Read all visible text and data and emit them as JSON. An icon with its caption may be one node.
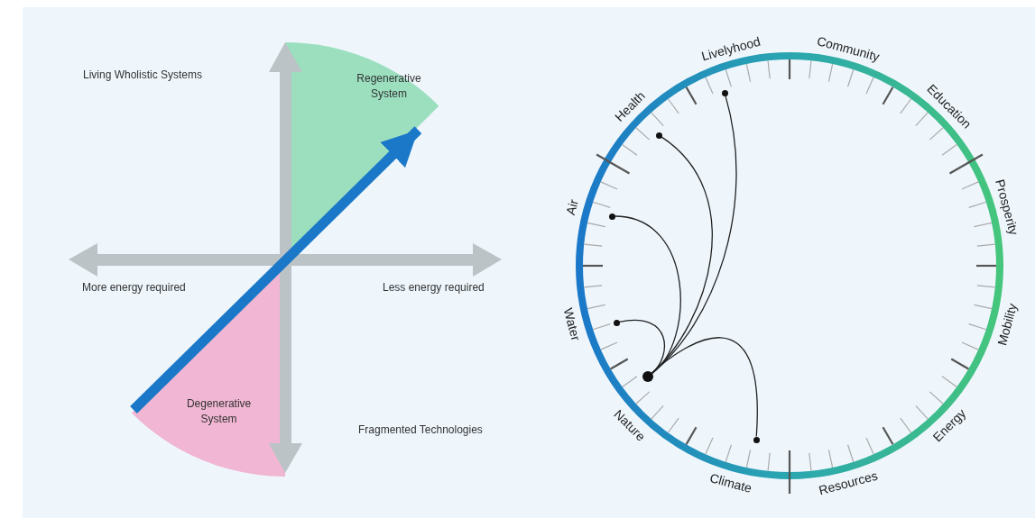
{
  "diagram": {
    "nodes": [
      {
        "text": [
          "Regenerative System"
        ]
      },
      {
        "text": [
          "Degenerative System"
        ]
      },
      {
        "text": [],
        "shape": "circle"
      },
      {
        "text": [],
        "shape": "circle"
      },
      {
        "text": [],
        "shape": "circle"
      },
      {
        "text": [],
        "shape": "circle"
      },
      {
        "text": [],
        "shape": "circle"
      },
      {
        "text": [],
        "shape": "circle"
      }
    ],
    "edges": [
      {
        "from": 1,
        "to": 0,
        "arrow": "to",
        "style": "thick",
        "color": "#1b78c8"
      },
      {
        "from": 2,
        "to": 3,
        "arrow": "none"
      },
      {
        "from": 2,
        "to": 4,
        "arrow": "none"
      },
      {
        "from": 2,
        "to": 5,
        "arrow": "none"
      },
      {
        "from": 2,
        "to": 6,
        "arrow": "none"
      },
      {
        "from": 2,
        "to": 7,
        "arrow": "none"
      }
    ],
    "labels": [
      "Living Wholistic Systems",
      "More energy required",
      "Less energy required",
      "Fragmented Technologies",
      "Livelyhood",
      "Community",
      "Education",
      "Prosperity",
      "Mobility",
      "Energy",
      "Resources",
      "Climate",
      "Nature",
      "Water",
      "Air",
      "Health"
    ]
  }
}
